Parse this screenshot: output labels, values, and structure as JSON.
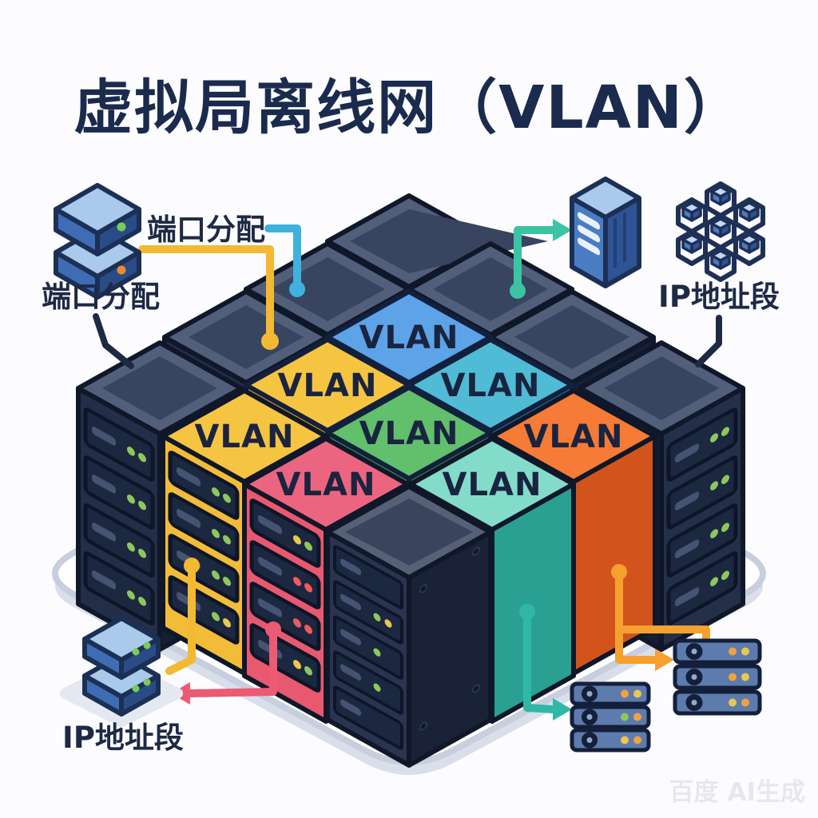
{
  "title": "虚拟局离线网（VLAN）",
  "watermark": "百度 AI生成",
  "labels": {
    "port_allocation_top": "端口分配",
    "port_allocation_left": "端口分配",
    "ip_range_right": "IP地址段",
    "ip_range_bottom": "IP地址段"
  },
  "vlan_tiles": [
    {
      "label": "VLAN",
      "color": "#5CA3E8",
      "position": "upper-center-blue-tile"
    },
    {
      "label": "VLAN",
      "color": "#F5C542",
      "position": "mid-left-yellow-tile"
    },
    {
      "label": "VLAN",
      "color": "#4FBBD4",
      "position": "mid-right-cyan-tile"
    },
    {
      "label": "VLAN",
      "color": "#62BF6C",
      "position": "center-green-tile"
    },
    {
      "label": "VLAN",
      "color": "#F5C542",
      "position": "yellow-rack-top"
    },
    {
      "label": "VLAN",
      "color": "#F57B36",
      "position": "orange-rack-top"
    },
    {
      "label": "VLAN",
      "color": "#EC6580",
      "position": "pink-rack-top"
    },
    {
      "label": "VLAN",
      "color": "#83DCC9",
      "position": "teal-rack-top"
    }
  ],
  "icons": {
    "top_left": "switch-stack",
    "top_right_tower": "server-tower",
    "top_right_cluster": "hex-network-cluster",
    "bottom_left": "switch-stack",
    "bottom_right": "rack-unit-stacks"
  },
  "colors": {
    "title": "#1b2b4d",
    "outline": "#0f1729",
    "cyan_line": "#3eb2dc",
    "yellow_line": "#f3b932",
    "teal_arrow": "#3bc4a2",
    "pink_arrow": "#ec5a74",
    "orange_arrow": "#f5a02f",
    "dark_leader": "#1e2a44",
    "led_green": "#8cc85a",
    "led_red": "#ef5a5a",
    "led_yellow": "#e9c84d",
    "led_orange": "#f2a23c",
    "platform_border": "#c7cedd"
  }
}
